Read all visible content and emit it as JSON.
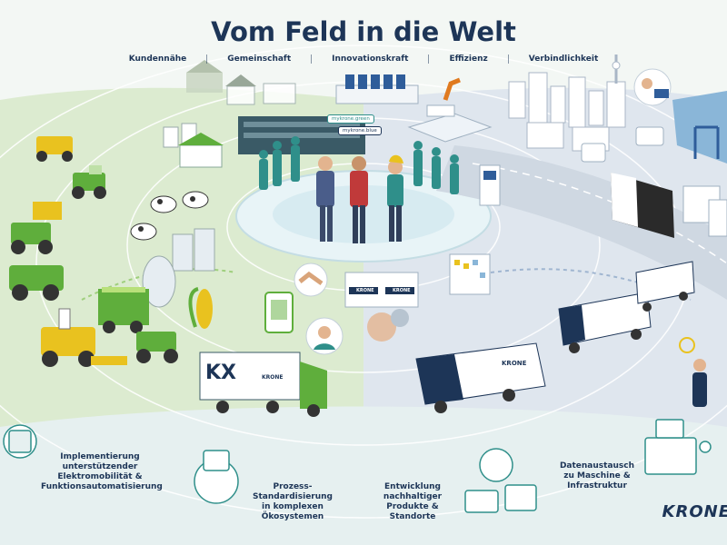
{
  "header": {
    "title": "Vom Feld in die Welt",
    "values": [
      "Kundennähe",
      "Gemeinschaft",
      "Innovationskraft",
      "Effizienz",
      "Verbindlichkeit"
    ]
  },
  "signs": {
    "green": "mykrone.green",
    "blue": "mykrone.blue"
  },
  "captions": {
    "emobility": [
      "Implementierung",
      "unterstützender",
      "Elektromobilität &",
      "Funktionsautomatisierung"
    ],
    "process": [
      "Prozess-",
      "Standardisierung",
      "in komplexen",
      "Ökosystemen"
    ],
    "sustain": [
      "Entwicklung",
      "nachhaltiger",
      "Produkte &",
      "Standorte"
    ],
    "data": [
      "Datenaustausch",
      "zu Maschine &",
      "Infrastruktur"
    ]
  },
  "brand": {
    "logo": "KRONE",
    "truck_brand": "KRONE",
    "truck_letters": "KX"
  },
  "colors": {
    "navy": "#1d3557",
    "green": "#5fae3c",
    "teal": "#2f8f8a",
    "field": "#d7e8c8",
    "road": "#c9d3dd"
  }
}
